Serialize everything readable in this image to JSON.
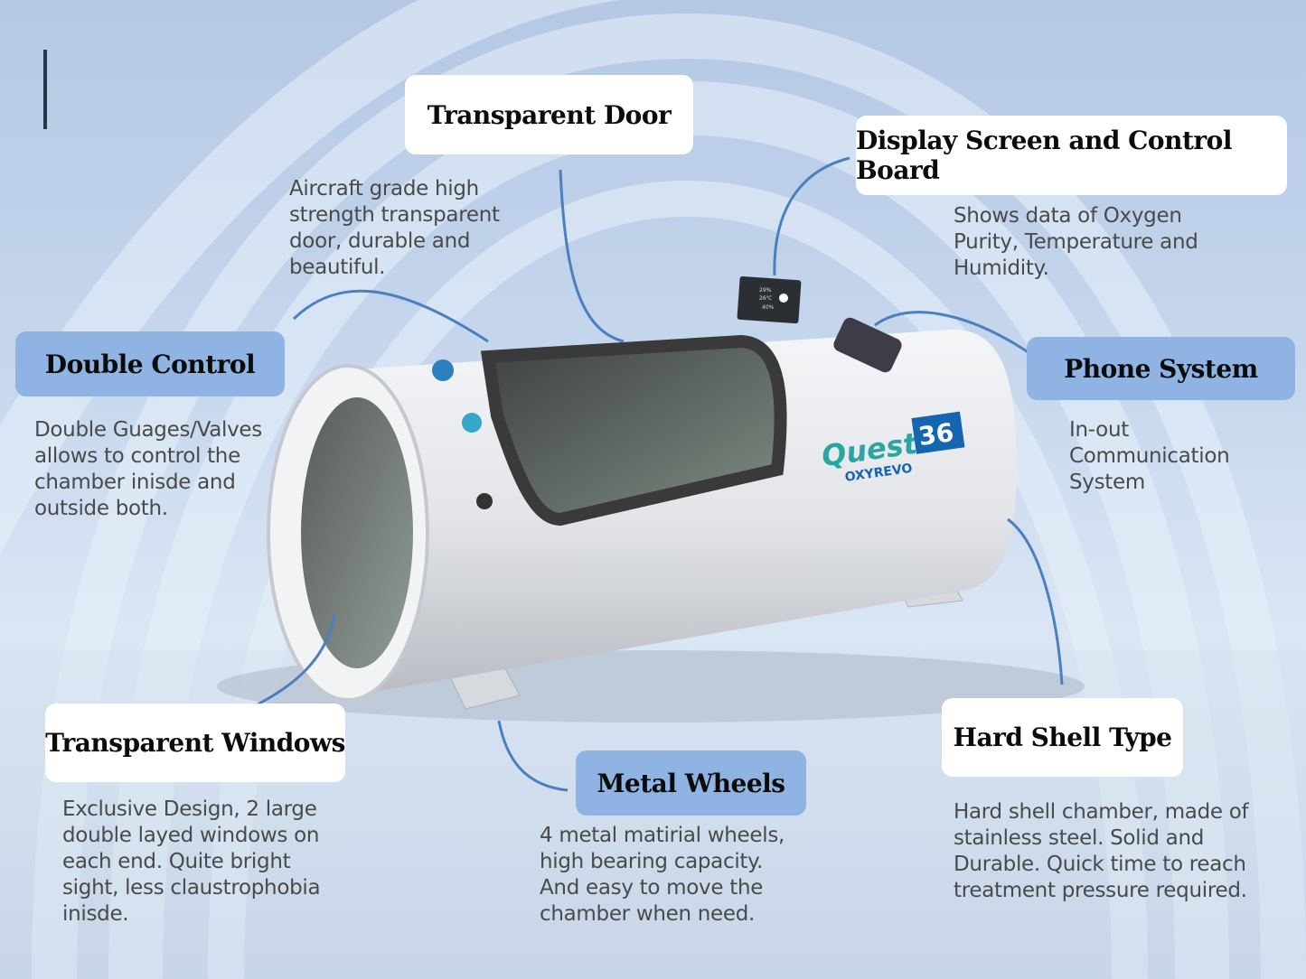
{
  "colors": {
    "label_blue": "#8fb4e3",
    "label_white": "#ffffff",
    "connector": "#4a7fc0",
    "text": "#4a4a4a",
    "logo_teal": "#2aa6a0",
    "logo_blue": "#1565b0"
  },
  "features": {
    "transparent_door": {
      "title": "Transparent Door",
      "desc": "Aircraft grade high\nstrength transparent\ndoor, durable and\nbeautiful."
    },
    "display_screen": {
      "title": "Display Screen and Control Board",
      "desc": "Shows data of Oxygen\nPurity, Temperature and\nHumidity."
    },
    "double_control": {
      "title": "Double Control",
      "desc": "Double Guages/Valves\nallows to control the\nchamber inisde and\noutside both."
    },
    "phone_system": {
      "title": "Phone System",
      "desc": "In-out\nCommunication\nSystem"
    },
    "transparent_windows": {
      "title": "Transparent Windows",
      "desc": "Exclusive Design, 2 large\ndouble layed windows on\neach end. Quite bright\nsight, less claustrophobia\ninisde."
    },
    "metal_wheels": {
      "title": "Metal Wheels",
      "desc": "4 metal matirial wheels,\nhigh bearing capacity.\nAnd easy to move the\nchamber when need."
    },
    "hard_shell": {
      "title": "Hard Shell Type",
      "desc": "Hard shell chamber, made of\nstainless steel. Solid and\nDurable. Quick time to reach\ntreatment pressure required."
    }
  },
  "product": {
    "logo_main": "Quest",
    "logo_number": "36",
    "logo_brand": "OXYREVO",
    "display_readings": [
      "29%",
      "26℃",
      "40%"
    ]
  }
}
